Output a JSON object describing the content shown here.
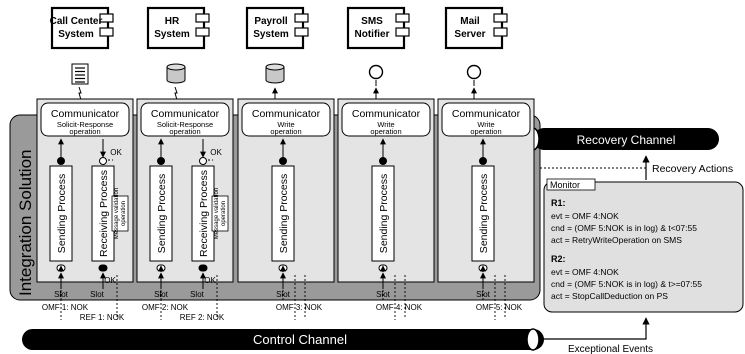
{
  "systems": [
    {
      "line1": "Call Center",
      "line2": "System"
    },
    {
      "line1": "HR",
      "line2": "System"
    },
    {
      "line1": "Payroll",
      "line2": "System"
    },
    {
      "line1": "SMS",
      "line2": "Notifier"
    },
    {
      "line1": "Mail",
      "line2": "Server"
    }
  ],
  "integration_label": "Integration Solution",
  "communicators": [
    {
      "title": "Communicator",
      "sub1": "Solicit-Response",
      "sub2": "operation"
    },
    {
      "title": "Communicator",
      "sub1": "Solicit-Response",
      "sub2": "operation"
    },
    {
      "title": "Communicator",
      "sub1": "Write",
      "sub2": "operation"
    },
    {
      "title": "Communicator",
      "sub1": "Write",
      "sub2": "operation"
    },
    {
      "title": "Communicator",
      "sub1": "Write",
      "sub2": "operation"
    }
  ],
  "sending_process": "Sending Process",
  "receiving_process": "Receiving Process",
  "validation_1": "Message validation",
  "validation_2": "operation",
  "ok": "OK",
  "slot": "Slot",
  "omf_labels": [
    "OMF 1: NOK",
    "OMF 2: NOK",
    "OMF 3: NOK",
    "OMF 4: NOK",
    "OMF 5: NOK"
  ],
  "ref_labels": [
    "REF 1: NOK",
    "REF 2: NOK"
  ],
  "control_channel": "Control Channel",
  "recovery_channel": "Recovery Channel",
  "recovery_actions": "Recovery Actions",
  "exceptional_events": "Exceptional Events",
  "monitor": {
    "title": "Monitor",
    "rules": [
      {
        "name": "R1:",
        "evt": "evt = OMF 4:NOK",
        "cnd": "cnd = (OMF 5:NOK is in log) & t<07:55",
        "act": "act = RetryWriteOperation on SMS"
      },
      {
        "name": "R2:",
        "evt": "evt = OMF 4:NOK",
        "cnd": "cnd = (OMF 5:NOK is in log) & t>=07:55",
        "act": "act = StopCallDeduction on PS"
      }
    ]
  },
  "colors": {
    "panel": "#9a9a9a",
    "module": "#e4e4e4",
    "channel": "#000000",
    "monitor": "#e0e0e0",
    "db": "#c8c8c8"
  }
}
